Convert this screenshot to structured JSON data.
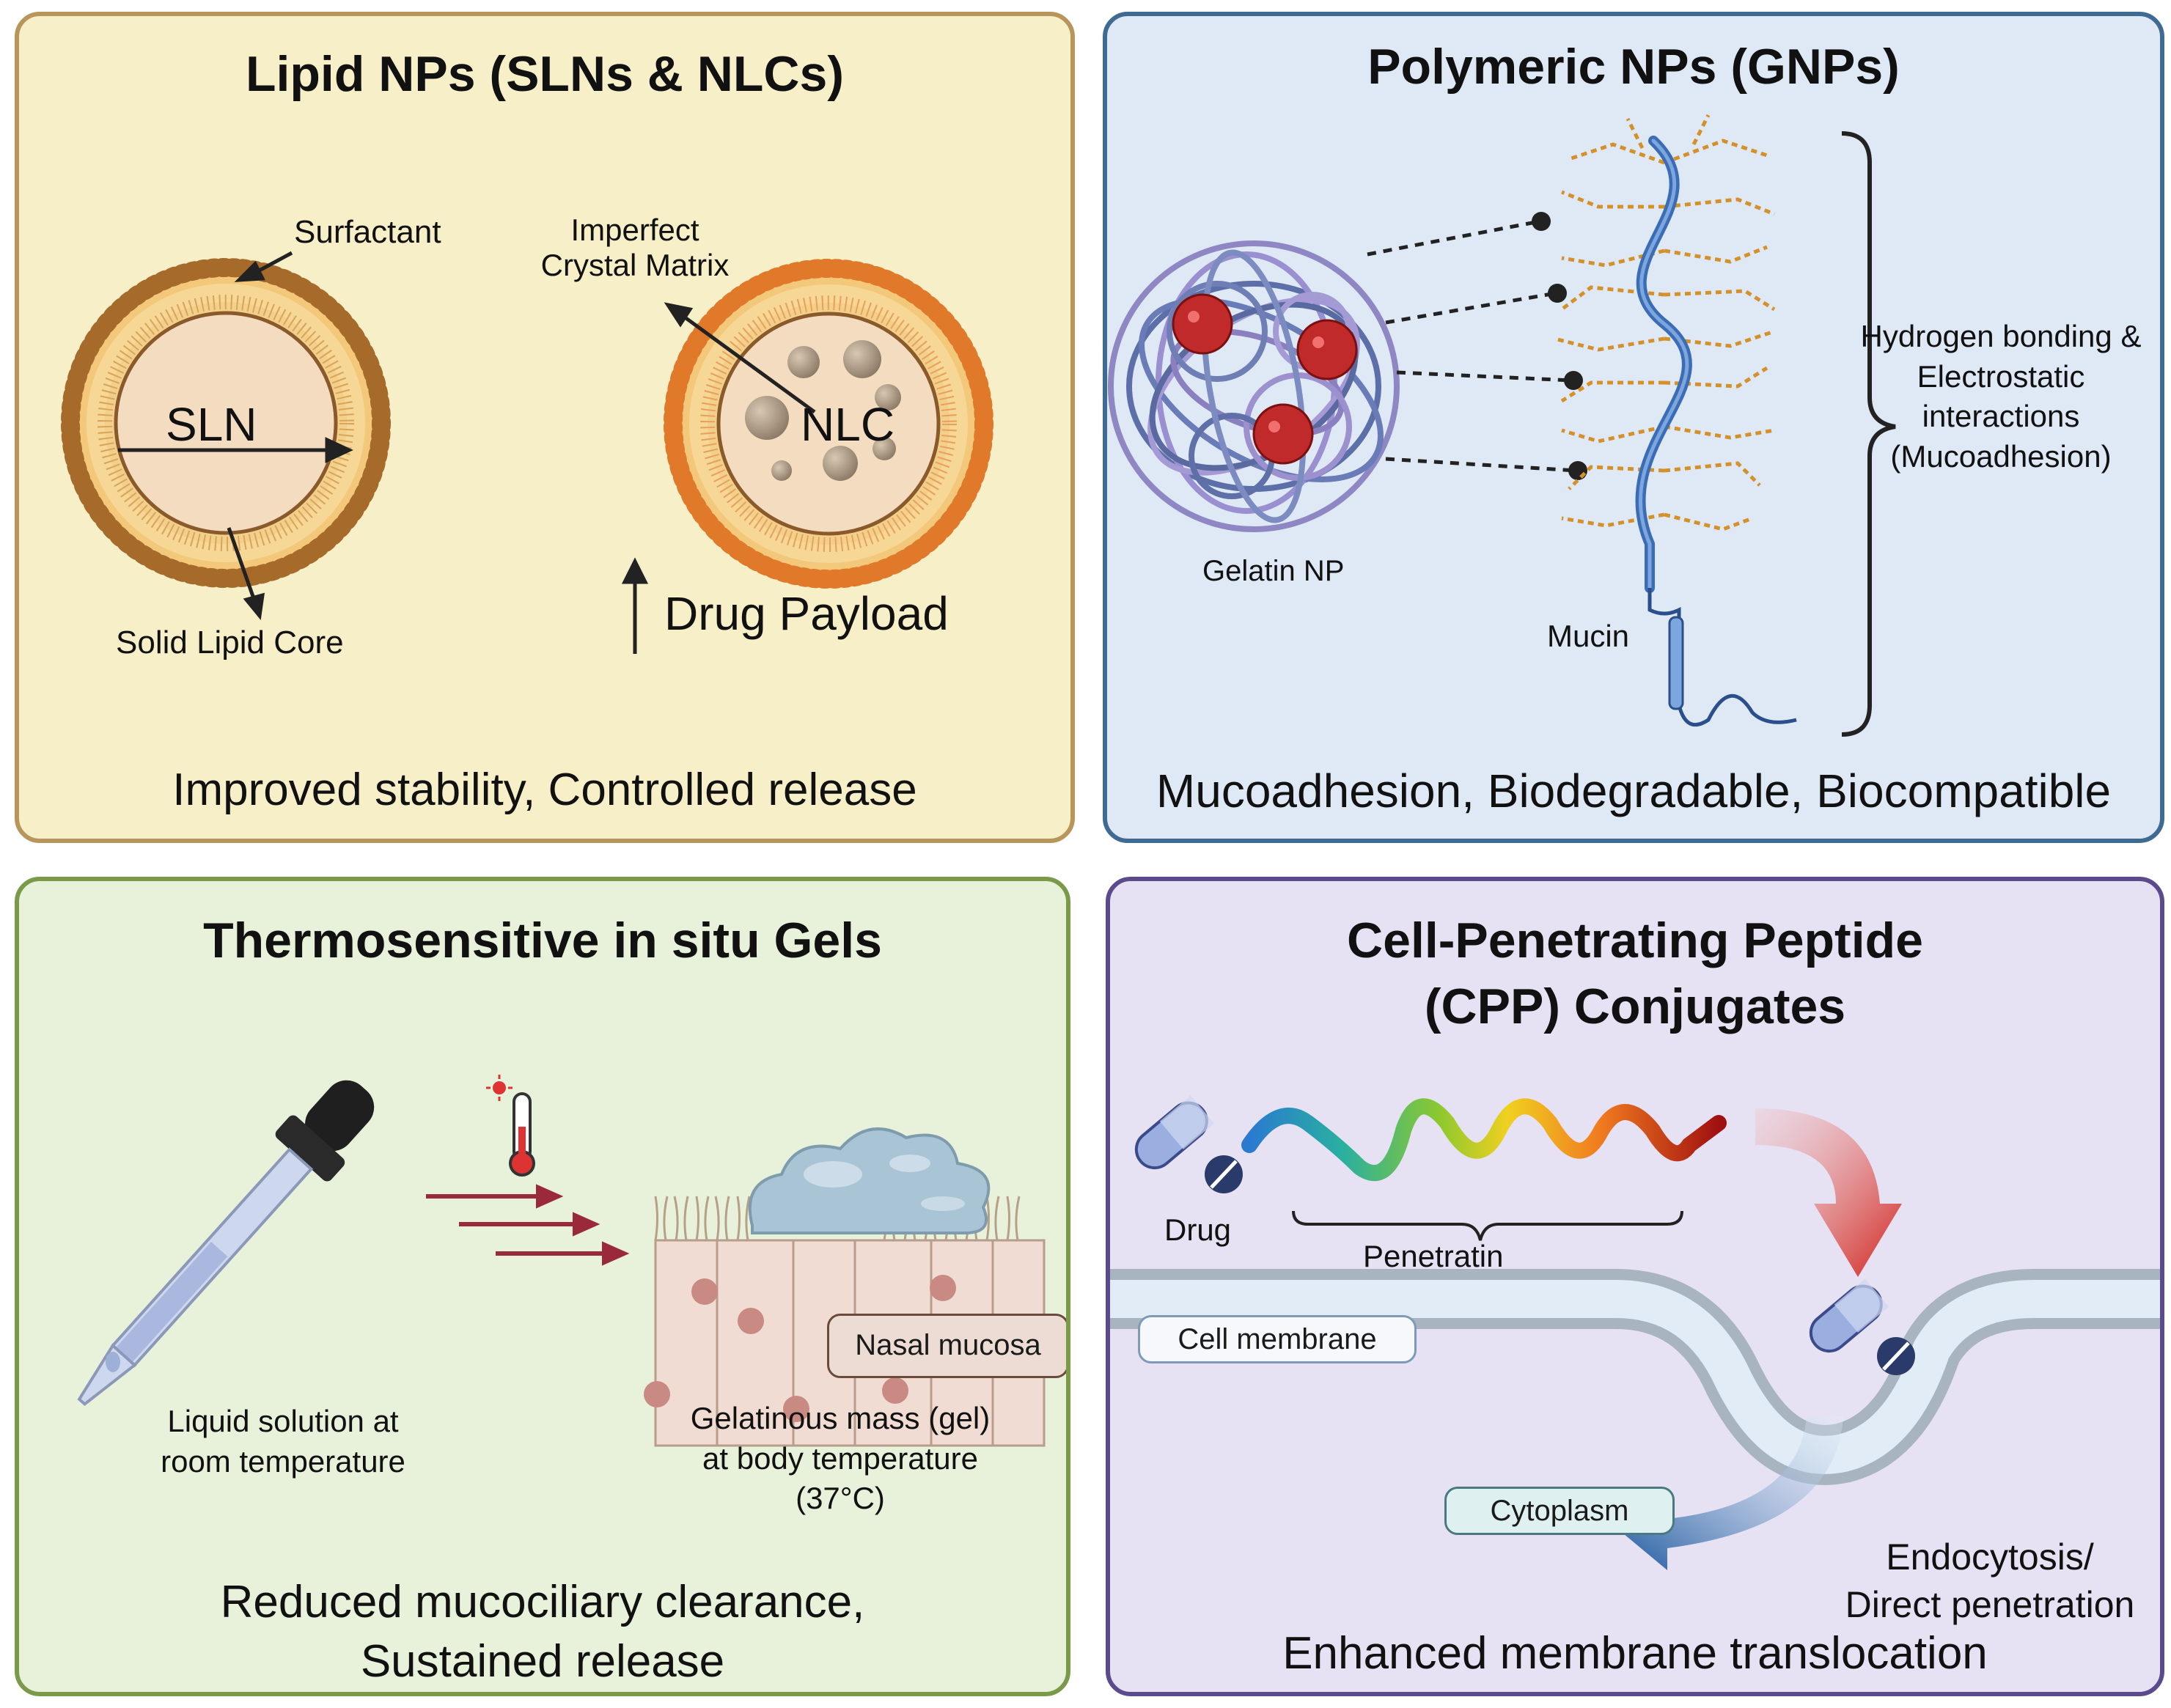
{
  "panels": {
    "lipid": {
      "title": "Lipid NPs (SLNs & NLCs)",
      "surfactant": "Surfactant",
      "imperfect_1": "Imperfect",
      "imperfect_2": "Crystal Matrix",
      "sln": "SLN",
      "nlc": "NLC",
      "solid_core": "Solid Lipid Core",
      "payload": "Drug Payload",
      "caption": "Improved stability, Controlled release"
    },
    "polymeric": {
      "title": "Polymeric NPs (GNPs)",
      "gelatin": "Gelatin NP",
      "mucin": "Mucin",
      "interaction_1": "Hydrogen bonding &",
      "interaction_2": "Electrostatic",
      "interaction_3": "interactions",
      "interaction_4": "(Mucoadhesion)",
      "caption": "Mucoadhesion, Biodegradable, Biocompatible"
    },
    "gel": {
      "title": "Thermosensitive in situ Gels",
      "liquid_1": "Liquid solution at",
      "liquid_2": "room temperature",
      "nasal": "Nasal mucosa",
      "gel_1": "Gelatinous mass (gel)",
      "gel_2": "at body temperature",
      "gel_3": "(37°C)",
      "caption_1": "Reduced mucociliary clearance,",
      "caption_2": "Sustained release"
    },
    "cpp": {
      "title_1": "Cell-Penetrating Peptide",
      "title_2": "(CPP) Conjugates",
      "drug": "Drug",
      "penetratin": "Penetratin",
      "membrane": "Cell membrane",
      "cytoplasm": "Cytoplasm",
      "endo_1": "Endocytosis/",
      "endo_2": "Direct penetration",
      "caption": "Enhanced membrane translocation"
    }
  },
  "colors": {
    "lipid_bg": "#f7efc8",
    "lipid_border": "#b8965b",
    "polymer_bg": "#dfe9f6",
    "polymer_border": "#3f6b93",
    "gel_bg": "#e8f1da",
    "gel_border": "#7a9a4a",
    "cpp_bg": "#e6e2f4",
    "cpp_border": "#5b4a8c"
  }
}
